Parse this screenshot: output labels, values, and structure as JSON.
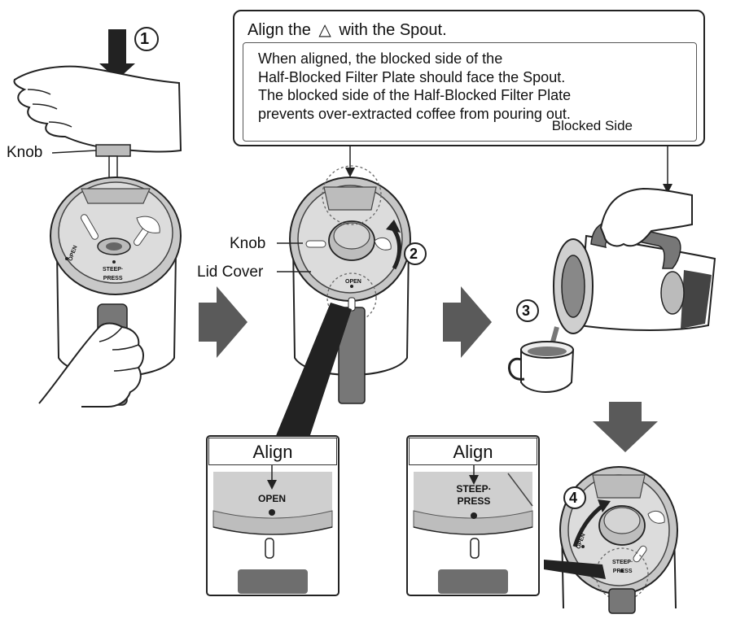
{
  "callout": {
    "title_before": "Align the",
    "title_symbol": "△",
    "title_after": "with the Spout.",
    "body_lines": [
      "When aligned, the blocked side of the",
      "Half-Blocked Filter Plate should face the Spout.",
      "The blocked side of the Half-Blocked Filter Plate",
      "prevents over-extracted coffee from pouring out."
    ],
    "blocked_side_label": "Blocked Side"
  },
  "step1": {
    "number": "1",
    "knob_label": "Knob",
    "open_mark": "OPEN",
    "steep_press_mark": "STEEP·\nPRESS"
  },
  "step2": {
    "number": "2",
    "knob_label": "Knob",
    "lid_cover_label": "Lid Cover",
    "open_mark": "OPEN"
  },
  "step3": {
    "number": "3"
  },
  "step4": {
    "number": "4",
    "open_mark": "OPEN",
    "steep_press_mark": "STEEP·\nPRESS"
  },
  "detail_open": {
    "align_label": "Align",
    "mark_label": "OPEN"
  },
  "detail_steep": {
    "align_label": "Align",
    "mark_line1": "STEEP·",
    "mark_line2": "PRESS"
  },
  "colors": {
    "line": "#222222",
    "arrow_gray": "#5a5a5a",
    "lid_gray": "#bdbdbd",
    "handle_gray": "#6e6e6e",
    "panel_gray": "#cfcfcf"
  }
}
